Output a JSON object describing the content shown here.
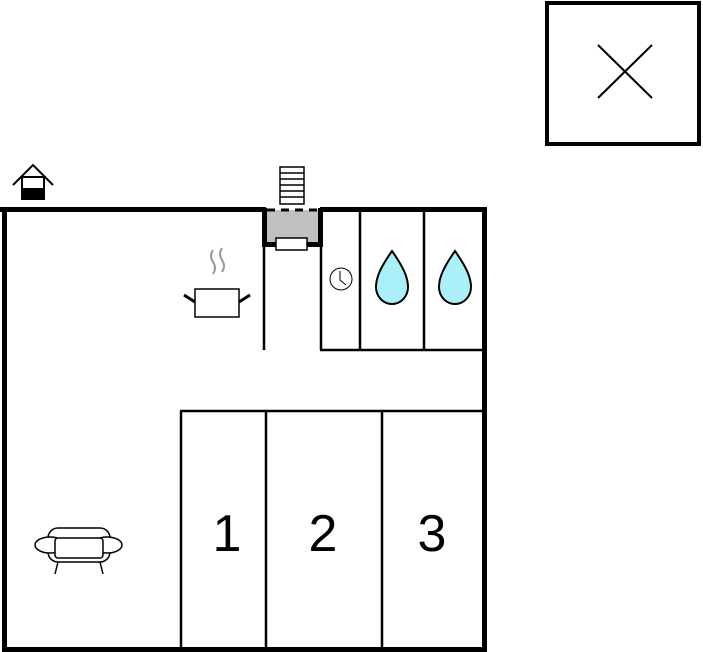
{
  "title": "Floor plan",
  "rooms": [
    {
      "id": "bedroom-1",
      "label": "1"
    },
    {
      "id": "bedroom-2",
      "label": "2"
    },
    {
      "id": "bedroom-3",
      "label": "3"
    }
  ],
  "icons": [
    "house-entrance-icon",
    "stairs-icon",
    "cooking-pot-icon",
    "clock-icon",
    "water-drop-icon",
    "water-drop-icon",
    "sofa-icon",
    "close-icon"
  ],
  "colors": {
    "wall": "#000000",
    "entry_fill": "#c0c0c0",
    "water": "#aaf0f8",
    "steam": "#999999"
  }
}
